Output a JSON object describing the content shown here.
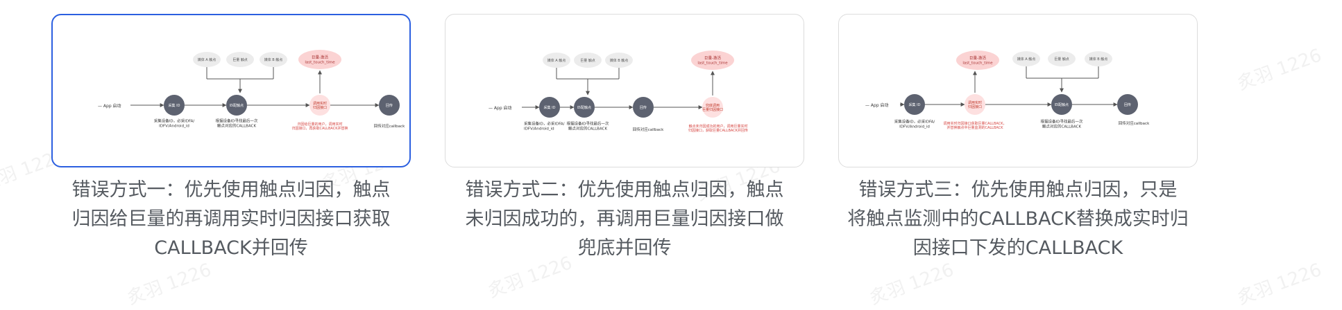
{
  "watermark": "炙羽 1226",
  "cards": [
    {
      "id": "one",
      "caption_lines": [
        "错误方式一：优先使用触点归因，触点",
        "归因给巨量的再调用实时归因接口获取",
        "CALLBACK并回传"
      ],
      "labels": {
        "app_start": "App 启动",
        "n_collect": "采集 ID",
        "n_match": "匹配触点",
        "n_realtime": "调用实时\n归因接口",
        "n_report": "回传",
        "top1": "媒体 A 触点",
        "top2": "巨量 触点",
        "top3": "媒体 B 触点",
        "pink_top": "巨量-激活\nlast_touch_time",
        "t_collect": "采集设备ID，必采IDFA/\nIDFV/Android_id",
        "t_match": "根据设备ID寻找最后一次\n触点对应的CALLBACK",
        "t_realtime": "归因给巨量的用户，调用实时\n归因接口，再获取CALLBACK并替换",
        "t_report": "回传对应callback"
      }
    },
    {
      "id": "two",
      "caption_lines": [
        "错误方式二：优先使用触点归因，触点",
        "未归因成功的，再调用巨量归因接口做",
        "兜底并回传"
      ],
      "labels": {
        "app_start": "App 启动",
        "n_collect": "采集 ID",
        "n_match": "匹配触点",
        "n_report": "回传",
        "n_fallback": "兜底调用\n巨量归因接口",
        "top1": "媒体 A 触点",
        "top2": "巨量 触点",
        "top3": "媒体 B 触点",
        "pink_top": "巨量-激活\nlast_touch_time",
        "t_collect": "采集设备ID，必采IDFA/\nIDFV/Android_id",
        "t_match": "根据设备ID寻找最后一次\n触点对应的CALLBACK",
        "t_report": "回传对应callback",
        "t_fallback": "触点未归因成功的用户，调用巨量实时\n归因接口，获取巨量CALLBACK并回传"
      }
    },
    {
      "id": "three",
      "caption_lines": [
        "错误方式三：优先使用触点归因，只是",
        "将触点监测中的CALLBACK替换成实时归",
        "因接口下发的CALLBACK"
      ],
      "labels": {
        "app_start": "App 启动",
        "n_collect": "采集 ID",
        "n_realtime": "调用实时\n归因接口",
        "n_match": "匹配触点",
        "n_report": "回传",
        "top1": "媒体 A 触点",
        "top2": "巨量 触点",
        "top3": "媒体 B 触点",
        "pink_top": "巨量-激活\nlast_touch_time",
        "t_collect": "采集设备ID，必采IDFA/\nIDFV/Android_id",
        "t_realtime": "调用实时归因接口获取巨量CALLBACK，\n并替换触点中巨量监测的CALLBACK",
        "t_match": "根据设备ID寻找最后一次\n触点对应的CALLBACK",
        "t_report": "回传对应callback"
      }
    }
  ]
}
